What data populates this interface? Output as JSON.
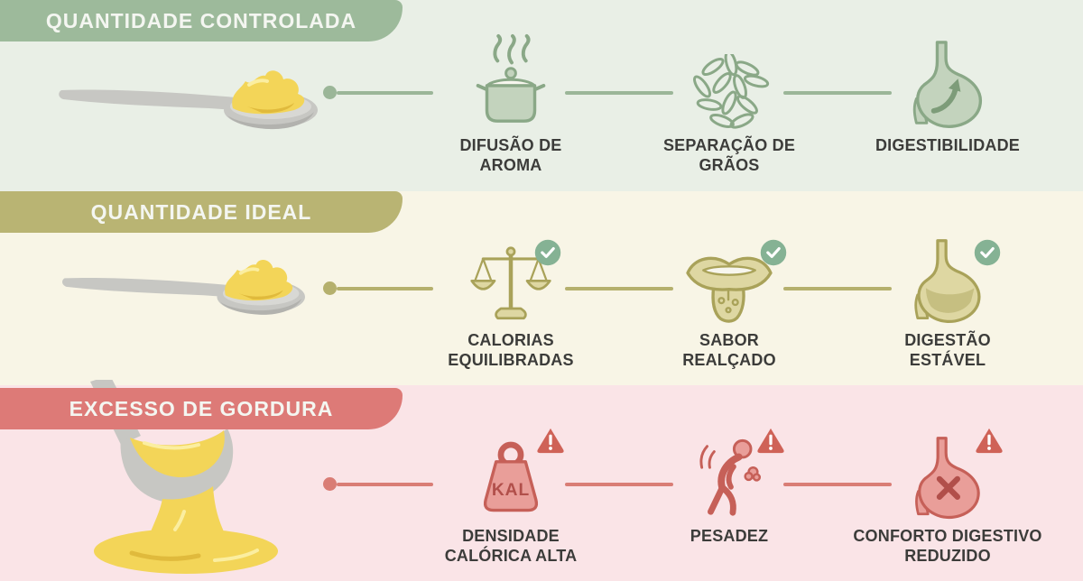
{
  "rows": [
    {
      "header": "QUANTIDADE CONTROLADA",
      "illustration": "spoon-with-small-butter",
      "colors": {
        "band": "#e9efe6",
        "banner": "#9dba9b",
        "accent": "#8aa887",
        "accent_dark": "#7d9c79",
        "icon_fill": "#c3d3bd",
        "line": "#9bb698"
      },
      "items": [
        {
          "icon": "cooking-pot-icon",
          "label": "DIFUSÃO DE\nAROMA"
        },
        {
          "icon": "grains-icon",
          "label": "SEPARAÇÃO DE\nGRÃOS"
        },
        {
          "icon": "stomach-arrow-icon",
          "label": "DIGESTIBILIDADE"
        }
      ]
    },
    {
      "header": "QUANTIDADE IDEAL",
      "illustration": "spoon-with-ideal-butter",
      "badge": "check",
      "colors": {
        "band": "#f8f5e6",
        "banner": "#b9b473",
        "accent": "#a9a259",
        "accent_dark": "#948d42",
        "icon_fill": "#ded7a2",
        "line": "#b5b06d"
      },
      "items": [
        {
          "icon": "balance-scale-icon",
          "label": "CALORIAS\nEQUILIBRADAS"
        },
        {
          "icon": "mouth-tongue-icon",
          "label": "SABOR\nREALÇADO"
        },
        {
          "icon": "stomach-stable-icon",
          "label": "DIGESTÃO\nESTÁVEL"
        }
      ]
    },
    {
      "header": "EXCESSO DE GORDURA",
      "illustration": "ladle-pouring-fat",
      "badge": "warning",
      "colors": {
        "band": "#fae4e7",
        "banner": "#dd7a77",
        "accent": "#c66058",
        "accent_dark": "#b14f4a",
        "icon_fill": "#e99e99",
        "line": "#d97d75"
      },
      "items": [
        {
          "icon": "calorie-weight-icon",
          "label": "DENSIDADE\nCALÓRICA ALTA",
          "weight_text": "KAL"
        },
        {
          "icon": "heaviness-person-icon",
          "label": "PESADEZ"
        },
        {
          "icon": "stomach-discomfort-icon",
          "label": "CONFORTO DIGESTIVO\nREDUZIDO"
        }
      ]
    }
  ],
  "badges": {
    "check_color": "#85b294",
    "check_glyph": "checkmark",
    "warning_color": "#cf6257",
    "warning_glyph": "exclamation"
  }
}
